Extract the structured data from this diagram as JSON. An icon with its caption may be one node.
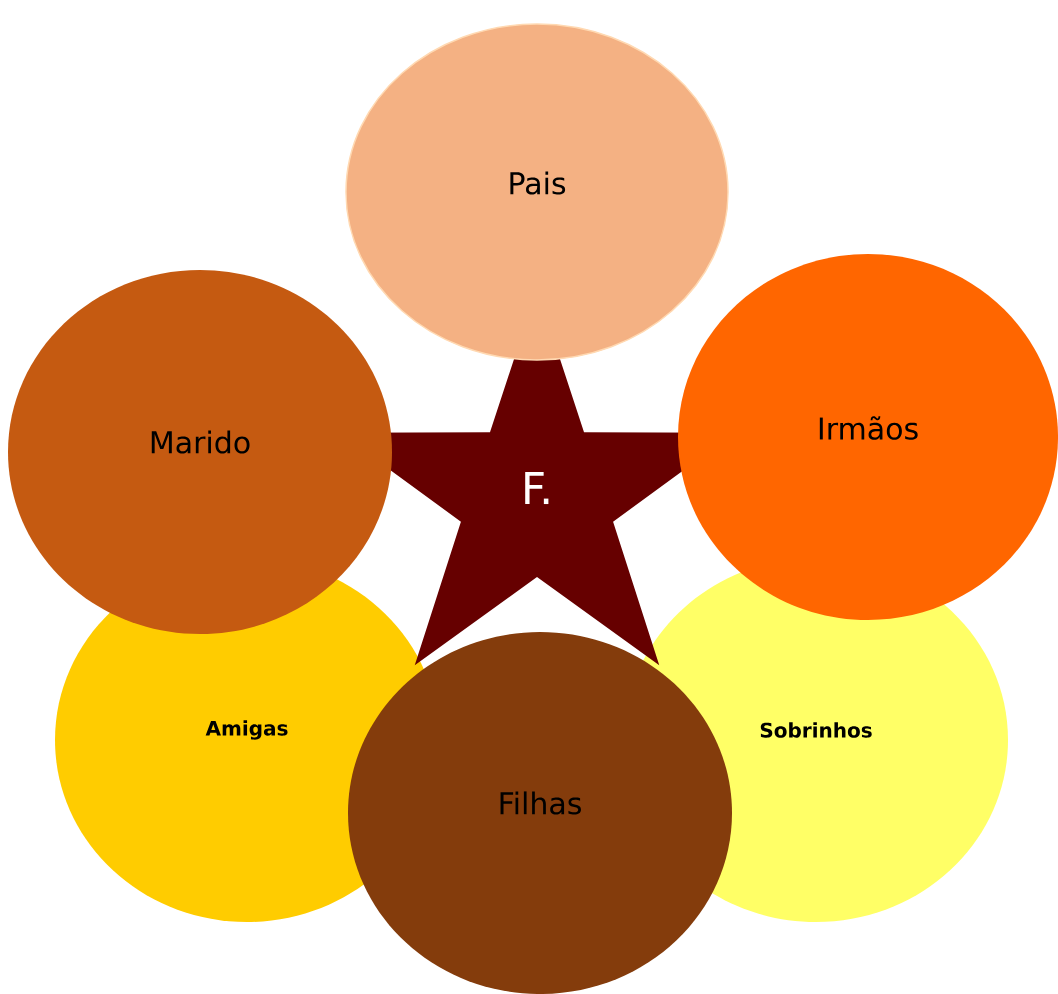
{
  "diagram": {
    "nodes": [
      {
        "text": [
          "Pais"
        ]
      },
      {
        "text": [
          "Marido"
        ]
      },
      {
        "text": [
          "F."
        ]
      },
      {
        "text": [
          "Irmãos"
        ]
      },
      {
        "text": [
          "Amigas"
        ]
      },
      {
        "text": [
          "Sobrinhos"
        ]
      },
      {
        "text": [
          "Filhas"
        ]
      }
    ]
  }
}
